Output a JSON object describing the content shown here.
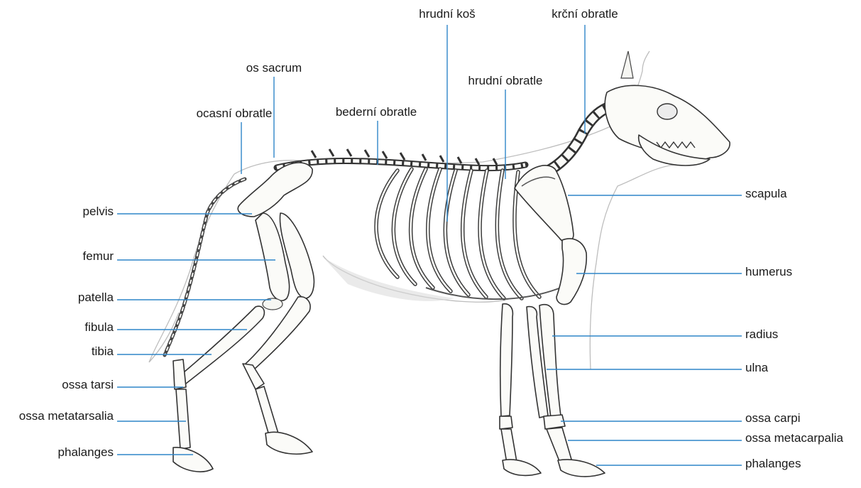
{
  "diagram": {
    "labels": {
      "hrudni_kos": "hrudní koš",
      "krcni_obratle": "krční obratle",
      "os_sacrum": "os sacrum",
      "hrudni_obratle": "hrudní obratle",
      "ocasni_obratle": "ocasní obratle",
      "bederni_obratle": "bederní obratle",
      "pelvis": "pelvis",
      "femur": "femur",
      "patella": "patella",
      "fibula": "fibula",
      "tibia": "tibia",
      "ossa_tarsi": "ossa tarsi",
      "ossa_metatarsalia": "ossa metatarsalia",
      "phalanges_hind": "phalanges",
      "scapula": "scapula",
      "humerus": "humerus",
      "radius": "radius",
      "ulna": "ulna",
      "ossa_carpi": "ossa carpi",
      "ossa_metacarpalia": "ossa metacarpalia",
      "phalanges_fore": "phalanges"
    },
    "colors": {
      "leader_line": "#2f86c9",
      "label_text": "#1a1a1a",
      "bone_outline": "#333333",
      "silhouette": "#bdbdbd"
    }
  }
}
